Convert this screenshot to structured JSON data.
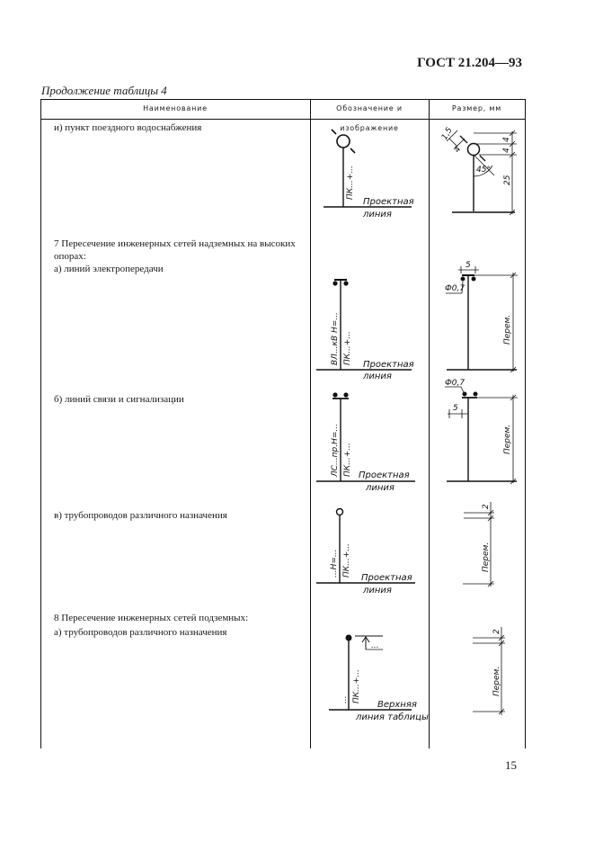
{
  "header": {
    "standard": "ГОСТ 21.204—93"
  },
  "caption": "Продолжение таблицы 4",
  "table": {
    "columns": [
      "Наименование",
      "Обозначение и изображение",
      "Размер, мм"
    ],
    "rows": [
      {
        "label": "и)  пункт поездного водоснабжения"
      },
      {
        "label": "7  Пересечение инженерных сетей надземных на высоких опорах:"
      },
      {
        "label": "а)  линий электропередачи"
      },
      {
        "label": "б)  линий связи и сигнализации"
      },
      {
        "label": "в)  трубопроводов различного назначения"
      },
      {
        "label": "8  Пересечение инженерных сетей подземных:"
      },
      {
        "label": "а)  трубопроводов различного назначения"
      }
    ]
  },
  "drawings": {
    "pk": "ПК...+...",
    "proektnaya_1": "Проектная",
    "proektnaya_2": "линия",
    "vl": "ВЛ...кВ  Н=...",
    "ls": "ЛС...пр.Н=...",
    "h": "...Н=...",
    "dots": "...",
    "verkhnyaya_1": "Верхняя",
    "verkhnyaya_2": "линия таблицы",
    "dim_15": "1,5",
    "dim_4a": "4",
    "dim_4b": "4",
    "dim_4c": "4",
    "dim_45": "45°",
    "dim_25": "25",
    "dim_5a": "5",
    "dim_phi1": "Ф0,7",
    "perem_1": "Перем.",
    "dim_phi2": "Ф0,7",
    "dim_5b": "5",
    "perem_2": "Перем.",
    "dim_2a": "2",
    "perem_3": "Перем.",
    "dim_2b": "2",
    "perem_4": "Перем."
  },
  "footer": {
    "page": "15"
  }
}
